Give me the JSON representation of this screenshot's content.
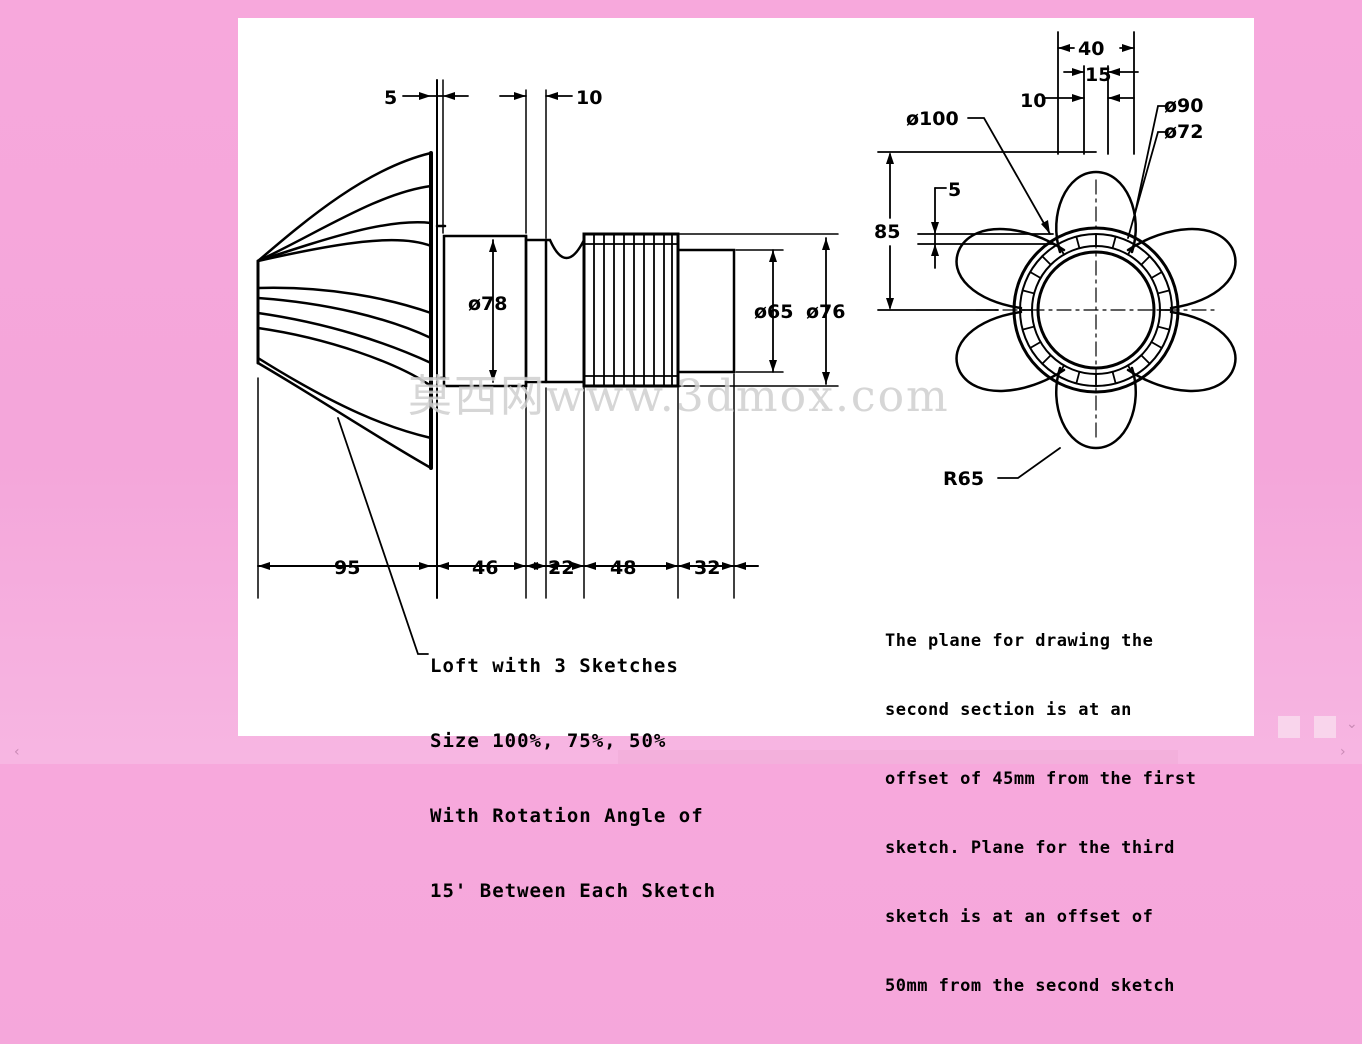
{
  "drawing": {
    "side_view": {
      "dims_top": [
        "5",
        "10"
      ],
      "dims_bottom": [
        "95",
        "46",
        "22",
        "48",
        "32"
      ],
      "diameters": [
        "ø78",
        "ø65",
        "ø76"
      ]
    },
    "front_view": {
      "dims_top": [
        "40",
        "15",
        "10"
      ],
      "diameters": [
        "ø100",
        "ø90",
        "ø72"
      ],
      "dims_left": [
        "5",
        "85"
      ],
      "radius": "R65"
    },
    "note_left": [
      "Loft with 3 Sketches",
      "Size 100%, 75%, 50%",
      "With Rotation Angle of",
      "15' Between Each Sketch"
    ],
    "note_right": [
      "The plane for drawing the",
      "second section is at an",
      "offset of 45mm from the first",
      "sketch. Plane for the third",
      "sketch is at an offset of",
      "50mm from the second sketch"
    ]
  },
  "watermark": "莫西网www.3dmox.com"
}
